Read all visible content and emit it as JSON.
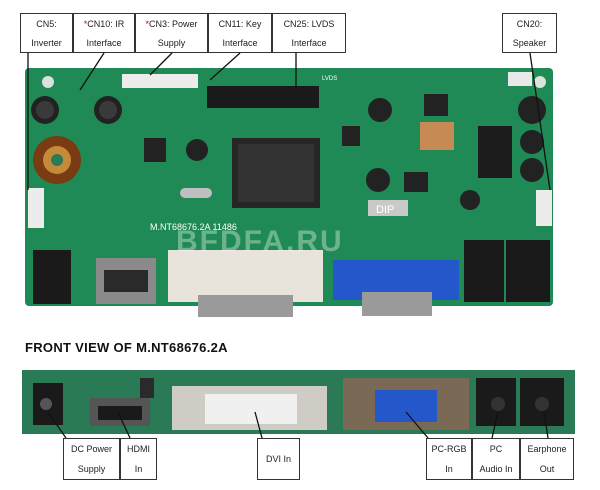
{
  "top_labels": [
    {
      "id": "cn5",
      "line1": "CN5:",
      "line2": "Inverter",
      "star": false
    },
    {
      "id": "cn10",
      "line1": "CN10: IR",
      "line2": "Interface",
      "star": true
    },
    {
      "id": "cn3",
      "line1": "CN3: Power",
      "line2": "Supply",
      "star": true
    },
    {
      "id": "cn11",
      "line1": "CN11: Key",
      "line2": "Interface",
      "star": false
    },
    {
      "id": "cn25",
      "line1": "CN25: LVDS",
      "line2": "Interface",
      "star": false
    },
    {
      "id": "cn20",
      "line1": "CN20:",
      "line2": "Speaker",
      "star": false
    }
  ],
  "star_symbol": "*",
  "board_print": {
    "chip": "M.NT68676.2A 11486",
    "dip": "DIP",
    "lvds": "LVDS"
  },
  "watermark": "BFDFA.RU",
  "front_title": "FRONT VIEW OF M.NT68676.2A",
  "bottom_labels": [
    {
      "id": "dc",
      "line1": "DC Power",
      "line2": "Supply"
    },
    {
      "id": "hdmi",
      "line1": "HDMI",
      "line2": "In"
    },
    {
      "id": "dvi",
      "line1": "DVI In",
      "line2": ""
    },
    {
      "id": "pcrgb",
      "line1": "PC-RGB",
      "line2": "In"
    },
    {
      "id": "pcaudio",
      "line1": "PC",
      "line2": "Audio In"
    },
    {
      "id": "earphone",
      "line1": "Earphone",
      "line2": "Out"
    }
  ],
  "colors": {
    "pcb": "#1f8a55",
    "connector_blue": "#2457c9",
    "dvi_white": "#e8e4dc",
    "black": "#1a1a1a"
  }
}
